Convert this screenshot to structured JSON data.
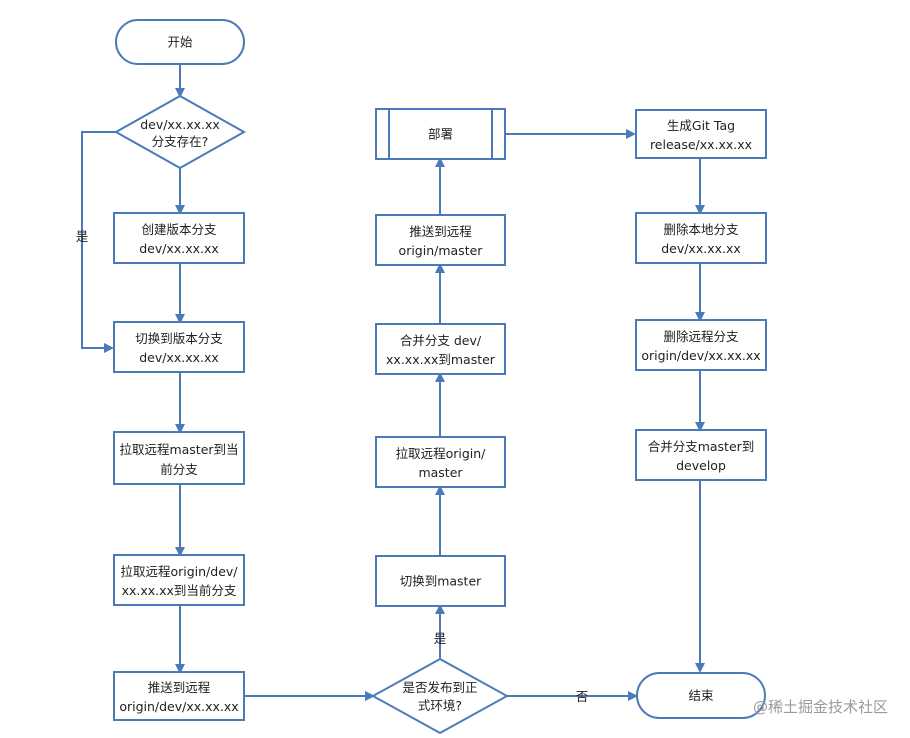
{
  "diagram": {
    "nodes": {
      "start": [
        "开始"
      ],
      "check_branch": [
        "dev/xx.xx.xx",
        "分支存在?"
      ],
      "create_branch": [
        "创建版本分支",
        "dev/xx.xx.xx"
      ],
      "switch_branch": [
        "切换到版本分支",
        "dev/xx.xx.xx"
      ],
      "pull_master": [
        "拉取远程master到当",
        "前分支"
      ],
      "pull_dev": [
        "拉取远程origin/dev/",
        "xx.xx.xx到当前分支"
      ],
      "push_dev": [
        "推送到远程",
        "origin/dev/xx.xx.xx"
      ],
      "release_decision": [
        "是否发布到正",
        "式环境?"
      ],
      "switch_master": [
        "切换到master"
      ],
      "pull_origin_master": [
        "拉取远程origin/",
        "master"
      ],
      "merge_dev": [
        "合并分支 dev/",
        "xx.xx.xx到master"
      ],
      "push_master": [
        "推送到远程",
        "origin/master"
      ],
      "deploy": [
        "部署"
      ],
      "git_tag": [
        "生成Git Tag",
        "release/xx.xx.xx"
      ],
      "delete_local": [
        "删除本地分支",
        "dev/xx.xx.xx"
      ],
      "delete_remote": [
        "删除远程分支",
        "origin/dev/xx.xx.xx"
      ],
      "merge_develop": [
        "合并分支master到",
        "develop"
      ],
      "end": [
        "结束"
      ]
    },
    "edge_labels": {
      "exists_yes": "是",
      "release_yes": "是",
      "release_no": "否"
    }
  },
  "watermark": "@稀土掘金技术社区",
  "colors": {
    "stroke": "#4a7ab8",
    "fill": "#ffffff",
    "text": "#222222",
    "watermark": "#9a9a9a"
  }
}
